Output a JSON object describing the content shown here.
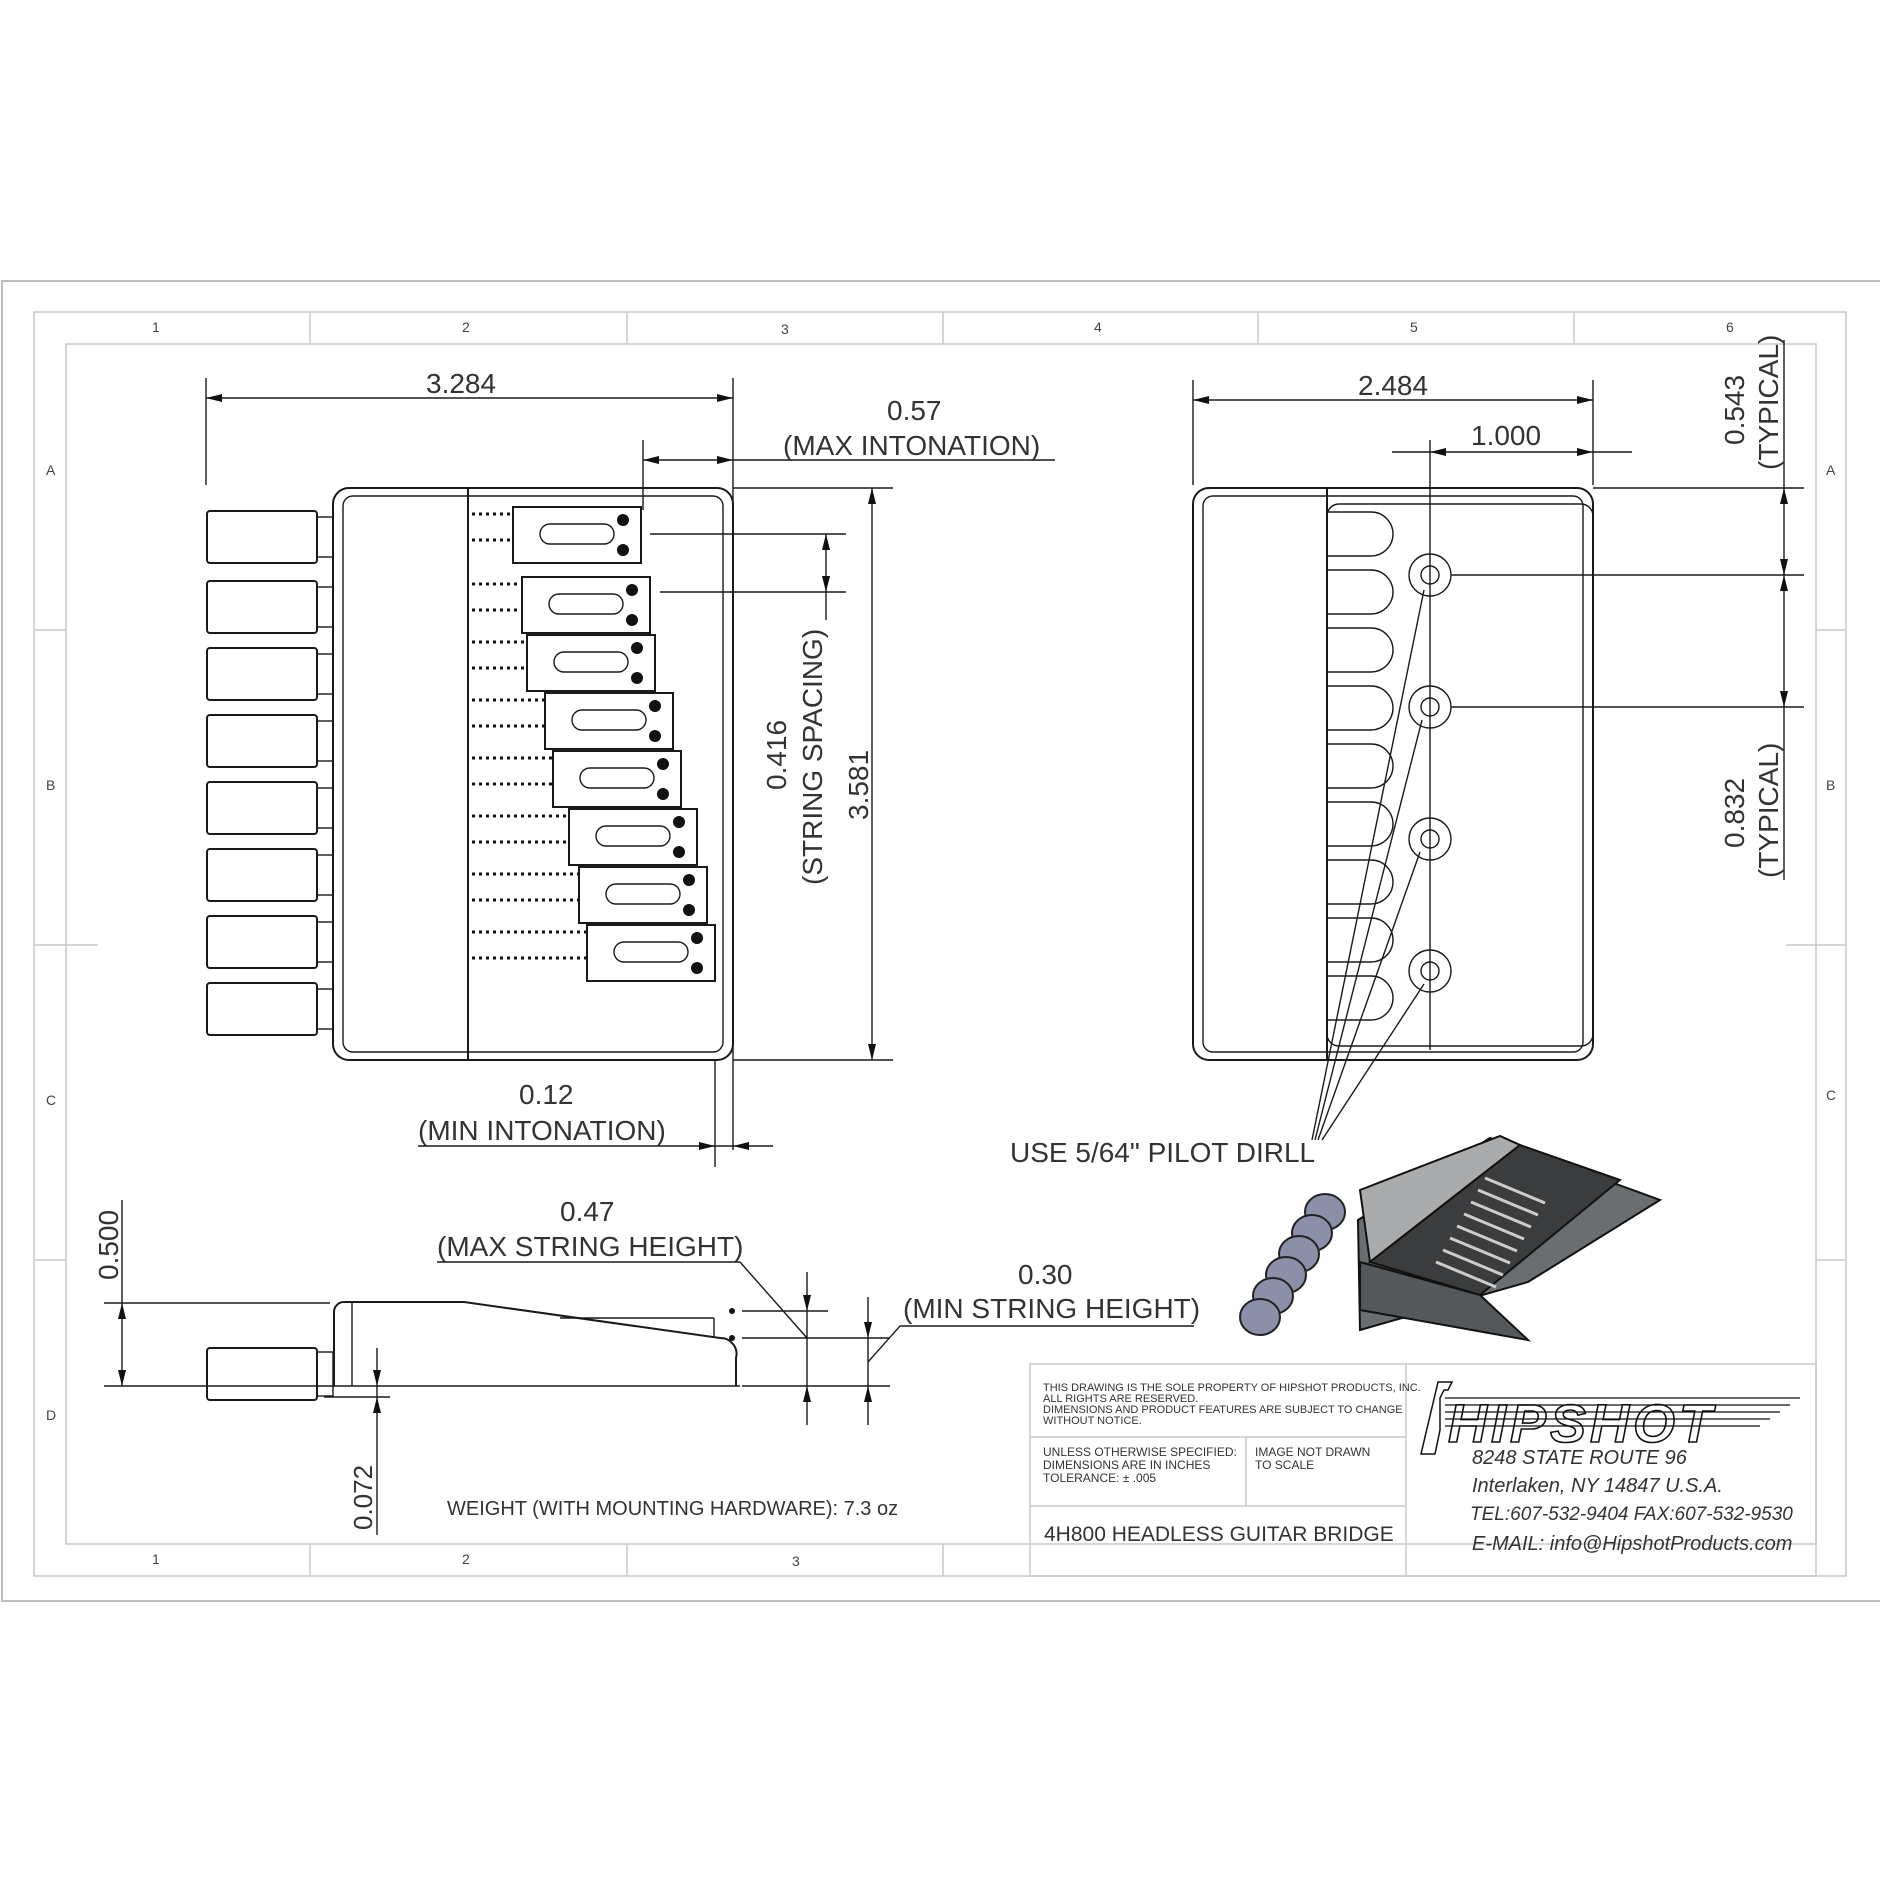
{
  "sheet": {
    "zones_top": [
      "1",
      "2",
      "3",
      "4",
      "5",
      "6"
    ],
    "zones_bottom": [
      "1",
      "2",
      "3"
    ],
    "zones_left": [
      "A",
      "B",
      "C",
      "D"
    ],
    "zones_right": [
      "A",
      "B",
      "C"
    ]
  },
  "top_view": {
    "overall_width": "3.284",
    "max_intonation_value": "0.57",
    "max_intonation_label": "(MAX INTONATION)",
    "string_spacing_value": "0.416",
    "string_spacing_label": "(STRING SPACING)",
    "overall_length": "3.581",
    "min_intonation_value": "0.12",
    "min_intonation_label": "(MIN INTONATION)",
    "string_count": 8
  },
  "bottom_view": {
    "overall_width": "2.484",
    "hole_offset": "1.000",
    "edge_to_hole_value": "0.543",
    "edge_to_hole_label": "(TYPICAL)",
    "hole_spacing_value": "0.832",
    "hole_spacing_label": "(TYPICAL)",
    "pilot_drill_note": "USE 5/64\" PILOT DIRLL",
    "mounting_holes": 4
  },
  "side_view": {
    "base_height": "0.500",
    "max_string_height_value": "0.47",
    "max_string_height_label": "(MAX STRING HEIGHT)",
    "min_string_height_value": "0.30",
    "min_string_height_label": "(MIN STRING HEIGHT)",
    "plate_thickness": "0.072",
    "weight_note": "WEIGHT (WITH MOUNTING HARDWARE): 7.3 oz"
  },
  "title_block": {
    "property_notice": [
      "THIS DRAWING IS THE SOLE PROPERTY OF HIPSHOT PRODUCTS, INC.",
      "ALL RIGHTS ARE RESERVED.",
      "DIMENSIONS AND PRODUCT FEATURES ARE SUBJECT TO CHANGE",
      "WITHOUT NOTICE."
    ],
    "spec_notes": [
      "UNLESS OTHERWISE SPECIFIED:",
      "DIMENSIONS ARE IN INCHES",
      "TOLERANCE:  ± .005"
    ],
    "scale_note": [
      "IMAGE NOT DRAWN",
      "TO SCALE"
    ],
    "part_title": "4H800 HEADLESS GUITAR BRIDGE",
    "company_logo_text": "HIPSHOT",
    "address_line1": "8248 STATE ROUTE 96",
    "address_line2": "Interlaken, NY 14847 U.S.A.",
    "phone_fax": "TEL:607-532-9404 FAX:607-532-9530",
    "email": "E-MAIL: info@HipshotProducts.com"
  },
  "colors": {
    "line": "#1a1a1a",
    "frame": "#bdbdbd",
    "render_body": "#6b6e70",
    "render_top": "#a9abad",
    "render_tuner": "#8b90a8"
  }
}
